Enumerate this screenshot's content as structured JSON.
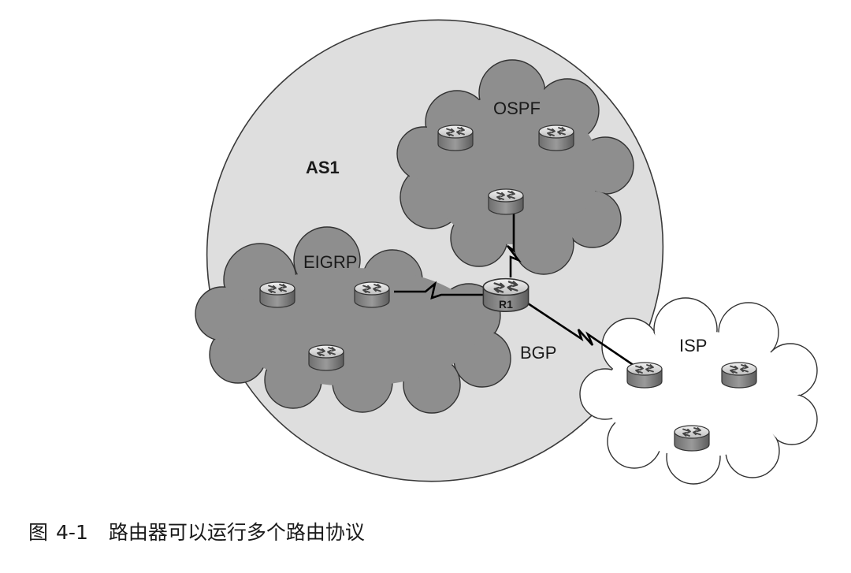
{
  "diagram": {
    "labels": {
      "as": "AS1",
      "ospf": "OSPF",
      "eigrp": "EIGRP",
      "isp": "ISP",
      "bgp": "BGP",
      "router_r1": "R1"
    }
  },
  "caption": {
    "prefix": "图",
    "number": "4-1",
    "text": "路由器可以运行多个路由协议"
  }
}
